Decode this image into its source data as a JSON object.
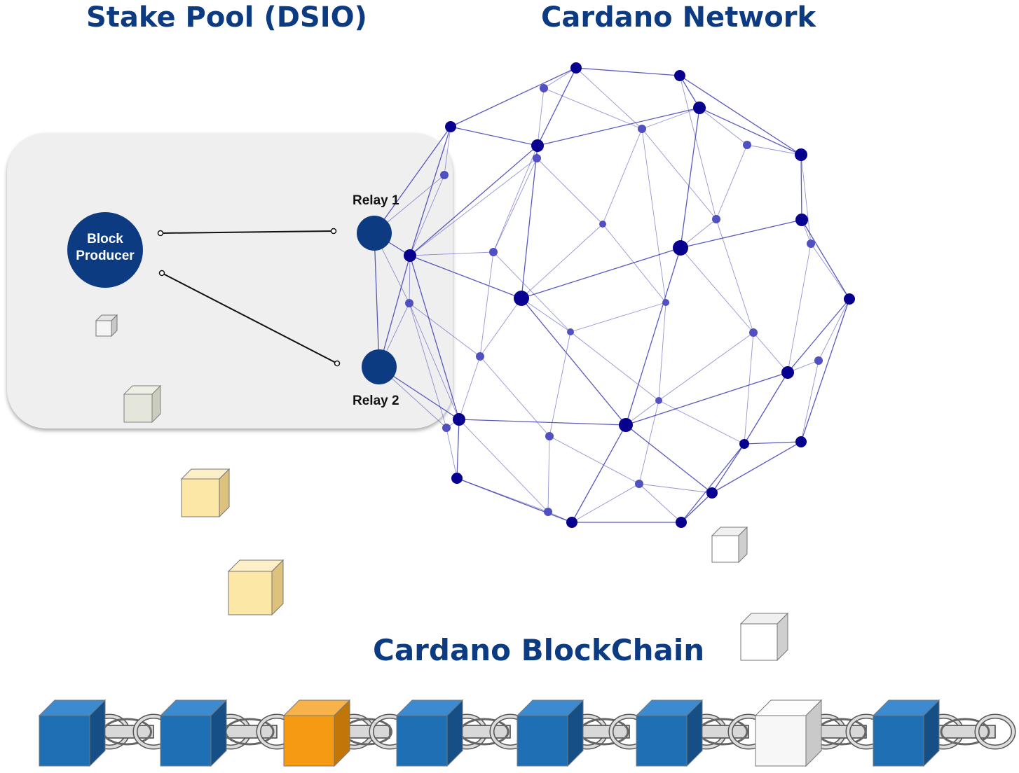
{
  "titles": {
    "stake_pool": "Stake Pool (DSIO)",
    "network": "Cardano Network",
    "blockchain": "Cardano BlockChain"
  },
  "pool": {
    "block_producer_line1": "Block",
    "block_producer_line2": "Producer",
    "relay1": "Relay 1",
    "relay2": "Relay 2"
  },
  "colors": {
    "title": "#0d3b82",
    "block_producer": "#0d3b82",
    "node_dark": "#08008f",
    "node_light": "#5050c0",
    "edge": "#3c3cb4",
    "chain_block_blue": "#1f6fb5",
    "chain_block_orange": "#f59a12",
    "chain_block_white": "#f3f3f3",
    "floating_yellow": "#fce7a6",
    "floating_grey": "#eeeeee"
  },
  "chain_blocks": [
    "blue",
    "blue",
    "orange",
    "blue",
    "blue",
    "blue",
    "white",
    "blue"
  ],
  "floating_blocks": [
    "grey",
    "sage",
    "yellow",
    "yellow",
    "grey",
    "grey"
  ]
}
